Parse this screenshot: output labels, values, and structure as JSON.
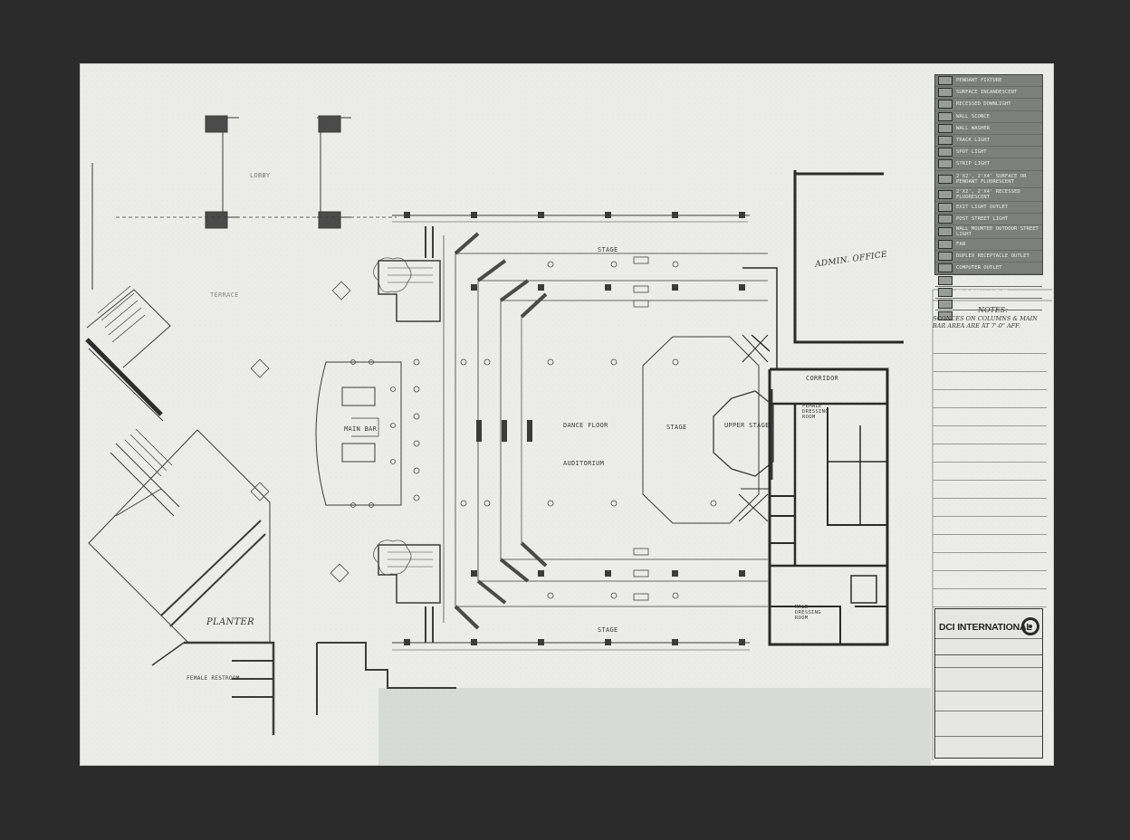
{
  "labels": {
    "dance_floor": "DANCE FLOOR",
    "stage": "STAGE",
    "upper_stage": "UPPER STAGE",
    "auditorium": "AUDITORIUM",
    "admin_office": "ADMIN. OFFICE",
    "planter": "PLANTER",
    "main_bar": "MAIN BAR",
    "terrace": "TERRACE",
    "lobby": "LOBBY",
    "corridor": "CORRIDOR",
    "female_restroom": "FEMALE RESTROOM",
    "female_dressing_room": "FEMALE DRESSING ROOM",
    "male_dressing_room": "MALE DRESSING ROOM",
    "stage_top": "STAGE",
    "stage_bottom": "STAGE"
  },
  "legend": {
    "items": [
      "PENDANT FIXTURE",
      "SURFACE INCANDESCENT",
      "RECESSED DOWNLIGHT",
      "WALL SCONCE",
      "WALL WASHER",
      "TRACK LIGHT",
      "SPOT LIGHT",
      "STRIP LIGHT",
      "2'X2', 2'X4' SURFACE OR PENDANT FLUORESCENT",
      "2'X2', 2'X4' RECESSED FLUORESCENT",
      "EXIT LIGHT OUTLET",
      "POST STREET LIGHT",
      "WALL MOUNTED OUTDOOR STREET LIGHT",
      "FAN",
      "DUPLEX RECEPTACLE OUTLET",
      "COMPUTER OUTLET",
      "TELEPHONE OUTLET",
      "TELEVISION OUTLET",
      "DUPLEX FLOOR OUTLET",
      "FLOOR TELEPHONE OUTLET"
    ]
  },
  "notes": {
    "title": "NOTES:",
    "text": "SCONCES ON COLUMNS & MAIN BAR AREA ARE AT 7'-0\" AFF."
  },
  "title_block": {
    "company": "DCI INTERNATIONAL"
  }
}
